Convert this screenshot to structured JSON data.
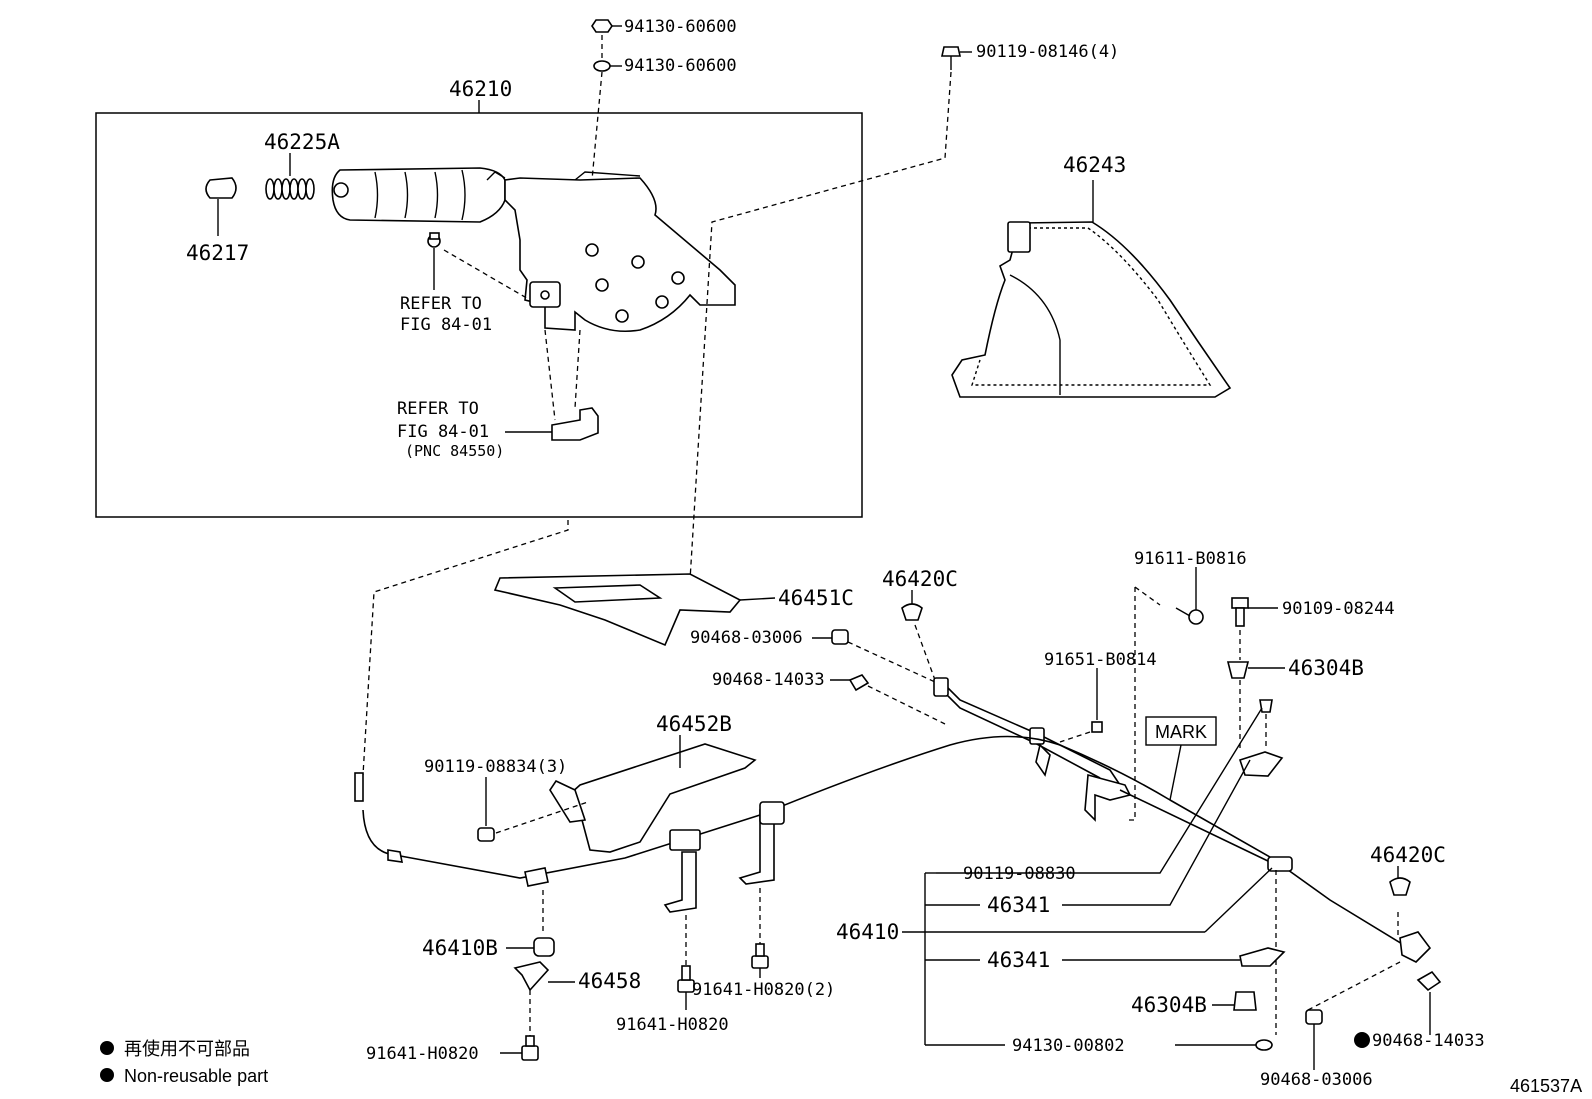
{
  "assembly": {
    "main": "46210",
    "grip_end": "46225A",
    "grip_cap": "46217",
    "boot": "46243",
    "bracket_plate": "46451C",
    "bracket": "46452B"
  },
  "refer_notes": {
    "note1_line1": "REFER TO",
    "note1_line2": "FIG 84-01",
    "note2_line1": "REFER TO",
    "note2_line2": "FIG 84-01",
    "note2_line3": "(PNC 84550)"
  },
  "parts": {
    "nut_top_1": "94130-60600",
    "nut_top_2": "94130-60600",
    "bolt_top": "90119-08146(4)",
    "clip_46420c_upper": "46420C",
    "bolt_91611": "91611-B0816",
    "bolt_90109": "90109-08244",
    "clip_90468_03006_upper": "90468-03006",
    "clip_90468_14033_upper": "90468-14033",
    "bolt_91651": "91651-B0814",
    "grommet_upper": "46304B",
    "mark": "MARK",
    "bolt_90119_08834": "90119-08834(3)",
    "bolt_90119_08830": "90119-08830",
    "bracket_46341_a": "46341",
    "cable_main": "46410",
    "bracket_46341_b": "46341",
    "grommet_lower": "46304B",
    "nut_94130_00802": "94130-00802",
    "clip_46420c_lower": "46420C",
    "clip_90468_14033_lower": "90468-14033",
    "clip_90468_03006_lower": "90468-03006",
    "cable_front": "46410B",
    "clamp_46458": "46458",
    "bolt_91641_a": "91641-H0820",
    "bolt_91641_b": "91641-H0820",
    "bolt_91641_c": "91641-H0820(2)"
  },
  "legend": {
    "line1": "再使用不可部品",
    "line2": "Non-reusable part"
  },
  "figure_id": "461537A"
}
